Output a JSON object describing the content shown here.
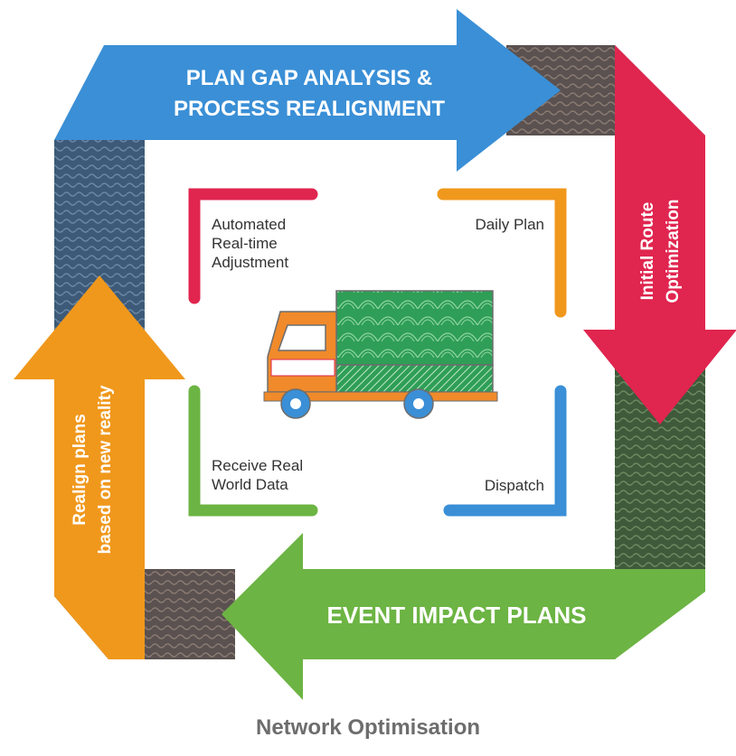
{
  "diagram": {
    "arrows": {
      "top": "PLAN GAP ANALYSIS & PROCESS REALIGNMENT",
      "top_line1": "PLAN GAP ANALYSIS &",
      "top_line2": "PROCESS REALIGNMENT",
      "right_line1": "Initial Route",
      "right_line2": "Optimization",
      "bottom": "EVENT IMPACT PLANS",
      "left_line1": "Realign plans",
      "left_line2": "based on new reality"
    },
    "corners": {
      "top_left_line1": "Automated",
      "top_left_line2": "Real-time",
      "top_left_line3": "Adjustment",
      "top_right": "Daily Plan",
      "bottom_left_line1": "Receive Real",
      "bottom_left_line2": "World Data",
      "bottom_right": "Dispatch"
    },
    "caption": "Network Optimisation",
    "colors": {
      "blue": "#3a8fd6",
      "red": "#e0254f",
      "green": "#6cb443",
      "orange": "#f0981c",
      "dark_frame": "#4a4a4a"
    }
  }
}
